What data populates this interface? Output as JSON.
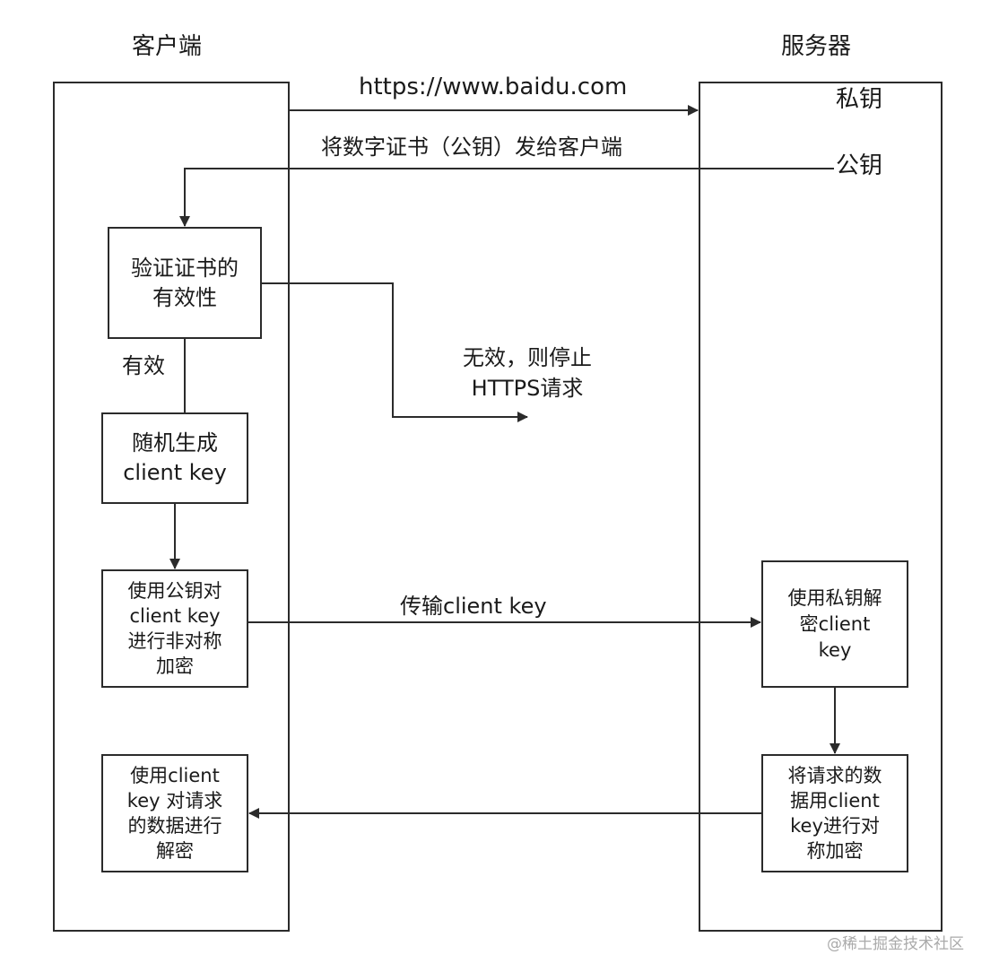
{
  "columns": {
    "client_title": "客户端",
    "server_title": "服务器"
  },
  "server_labels": {
    "private_key": "私钥",
    "public_key": "公钥"
  },
  "arrows": {
    "request_url": "https://www.baidu.com",
    "send_cert": "将数字证书（公钥）发给客户端",
    "transfer_key": "传输client key",
    "valid": "有效",
    "invalid": "无效，则停止\nHTTPS请求"
  },
  "client_steps": {
    "verify": "验证证书的\n有效性",
    "generate": "随机生成\nclient key",
    "encrypt": "使用公钥对\nclient key\n进行非对称\n加密",
    "decrypt_data": "使用client\nkey 对请求\n的数据进行\n解密"
  },
  "server_steps": {
    "decrypt_key": "使用私钥解\n密client\nkey",
    "encrypt_data": "将请求的数\n据用client\nkey进行对\n称加密"
  },
  "watermark": "@稀土掘金技术社区",
  "colors": {
    "line": "#2b2b2b",
    "text": "#1a1a1a",
    "watermark": "#aaaaaa"
  }
}
